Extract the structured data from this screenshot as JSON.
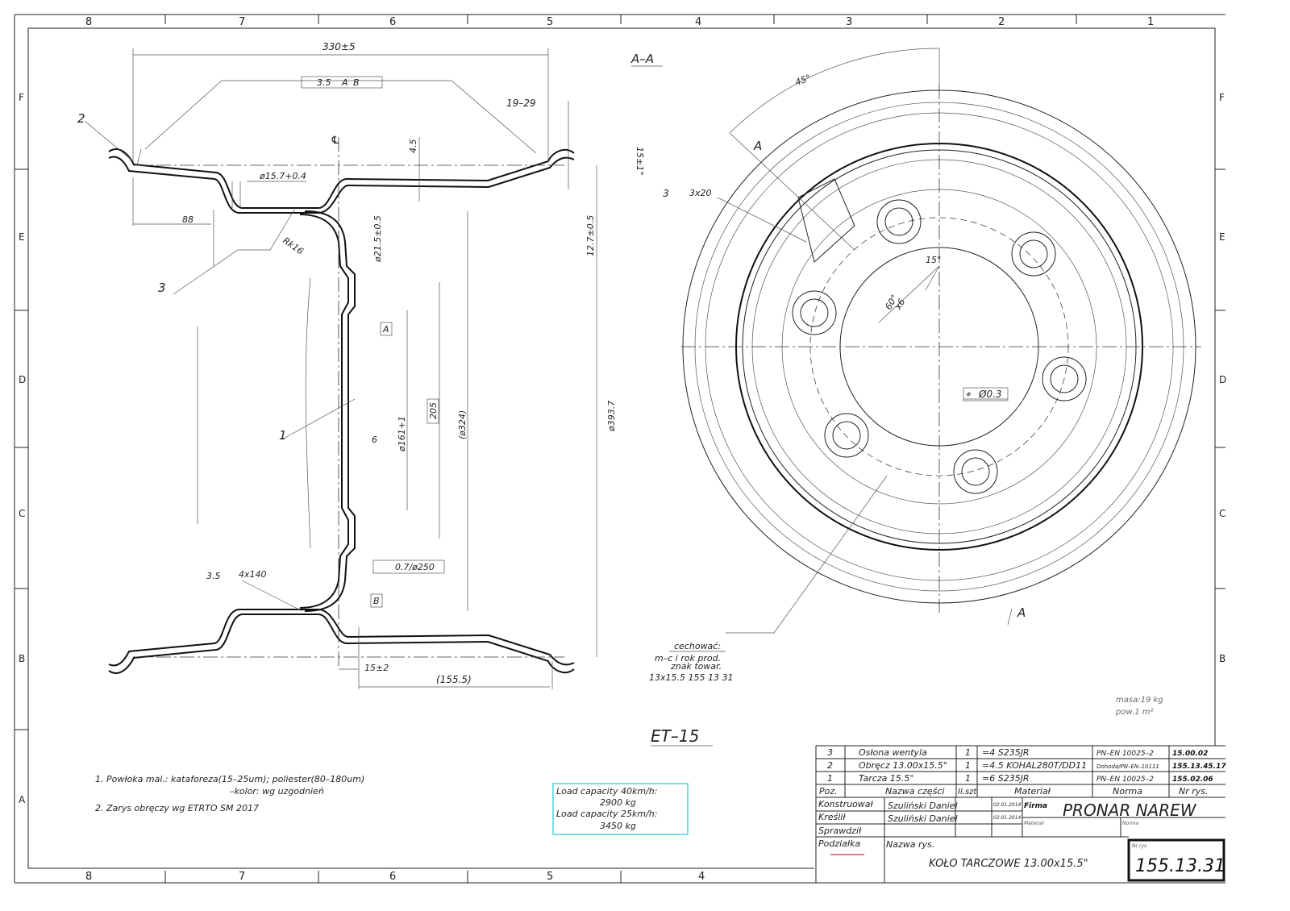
{
  "frame": {
    "columns": [
      "8",
      "7",
      "6",
      "5",
      "4",
      "3",
      "2",
      "1"
    ],
    "bottom_columns": [
      "8",
      "7",
      "6",
      "5",
      "4"
    ],
    "rows": [
      "F",
      "E",
      "D",
      "C",
      "B",
      "A"
    ]
  },
  "section_view": {
    "title": "A–A",
    "dims": {
      "width": "330±5",
      "runout": "3.5",
      "datum_a": "A",
      "datum_b": "B",
      "offset_range": "19–29",
      "centerline": "℄",
      "thickness": "4.5",
      "flange": "15±1°",
      "hole_dia": "ø15.7+0.4",
      "d88": "88",
      "rk": "Rk16",
      "d215": "ø21.5±0.5",
      "d127": "12.7±0.5",
      "d205": "205",
      "d161": "ø161+1",
      "d324": "(ø324)",
      "d3937": "ø393.7",
      "d6": "6",
      "flatness": "0.7/ø250",
      "weld": "3.5",
      "weld_len": "4x140",
      "d15": "15±2",
      "d1555": "(155.5)"
    },
    "leaders": {
      "p1": "1",
      "p2": "2",
      "p3": "3"
    },
    "et": "ET–15"
  },
  "front_view": {
    "angle45": "45°",
    "section_mark": "A",
    "weld": "3",
    "weld_len": "3x20",
    "angle15": "15°",
    "angle60": "60°",
    "x6": "x6",
    "position_tol": "Ø0.3",
    "stamp": {
      "title": "cechować:",
      "line1": "m–c i rok prod.",
      "line2": "znak towar.",
      "line3": "13x15.5    155 13 31"
    }
  },
  "mass": "masa:19 kg",
  "area": "pow.1 m²",
  "notes": [
    "1. Powłoka mal.: kataforeza(15–25um); poliester(80–180um)",
    "–kolor: wg uzgodnień",
    "2. Zarys obręczy wg ETRTO SM 2017"
  ],
  "load_box": [
    "Load capacity 40km/h:",
    "2900 kg",
    "Load capacity 25km/h:",
    "3450 kg"
  ],
  "parts_list": {
    "rows": [
      {
        "poz": "3",
        "name": "Osłona wentyla",
        "qty": "1",
        "material": "=4 S235JR",
        "norm": "PN–EN 10025–2",
        "nr": "15.00.02"
      },
      {
        "poz": "2",
        "name": "Obręcz 13.00x15.5\"",
        "qty": "1",
        "material": "=4.5 KOHAL280T/DD11",
        "norm": "Dohoda/PN–EN–10111",
        "nr": "155.13.45.17"
      },
      {
        "poz": "1",
        "name": "Tarcza 15.5\"",
        "qty": "1",
        "material": "=6 S235JR",
        "norm": "PN–EN 10025–2",
        "nr": "155.02.06"
      }
    ],
    "header": {
      "poz": "Poz.",
      "name": "Nazwa części",
      "qty": "Il.szt",
      "material": "Materiał",
      "norm": "Norma",
      "nr": "Nr rys."
    }
  },
  "title_block": {
    "designed_label": "Konstruował",
    "designed_by": "Szuliński Daniel",
    "designed_date": "02.01.2014",
    "drawn_label": "Kreślił",
    "drawn_by": "Szuliński Daniel",
    "drawn_date": "02.01.2014",
    "checked_label": "Sprawdził",
    "scale_label": "Podziałka",
    "firm_label": "Firma",
    "firm": "PRONAR NAREW",
    "material_label": "Materiał",
    "norm_label": "Norma",
    "drawing_name_label": "Nazwa rys.",
    "drawing_name": "KOŁO TARCZOWE 13.00x15.5\"",
    "drawing_no_label": "Nr rys.",
    "drawing_no": "155.13.31"
  },
  "colors": {
    "load_box_border": "#4fd3d8",
    "scale_line": "#d33333"
  }
}
